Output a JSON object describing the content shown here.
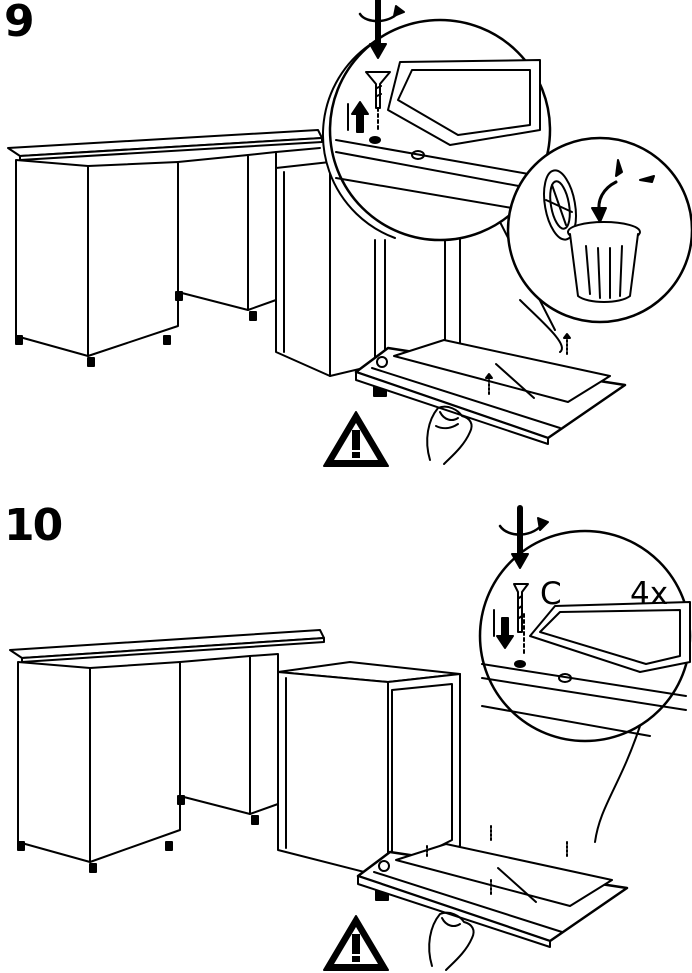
{
  "steps": [
    {
      "number": "9"
    },
    {
      "number": "10",
      "part_label": "C",
      "quantity": "4x"
    }
  ],
  "icons": [
    "warning-icon",
    "screwdriver-icon",
    "screw-icon",
    "trash-can-icon",
    "hand-icon"
  ]
}
